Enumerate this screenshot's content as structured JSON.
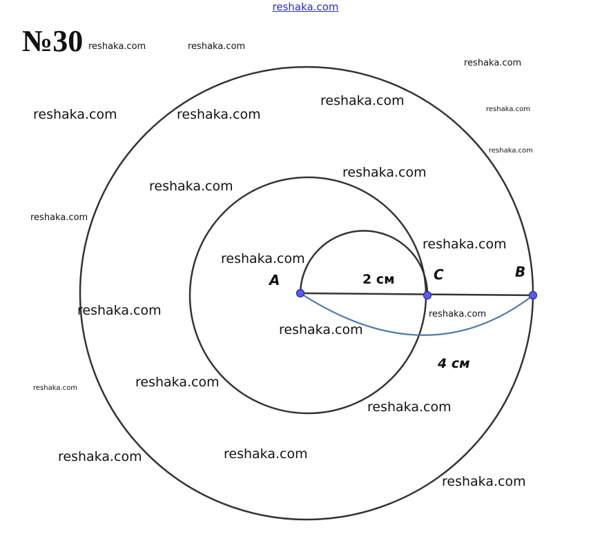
{
  "header": {
    "site_link": "reshaka.com",
    "problem_number": "№30"
  },
  "diagram": {
    "points": {
      "a": "A",
      "c": "C",
      "b": "B"
    },
    "lengths": {
      "ac": "2 см",
      "ab": "4 см"
    },
    "colors": {
      "stroke": "#333333",
      "arc": "#4a78a8",
      "point_fill": "#5a5af0",
      "point_stroke": "#2a2a9a"
    }
  },
  "watermark": "reshaka.com"
}
